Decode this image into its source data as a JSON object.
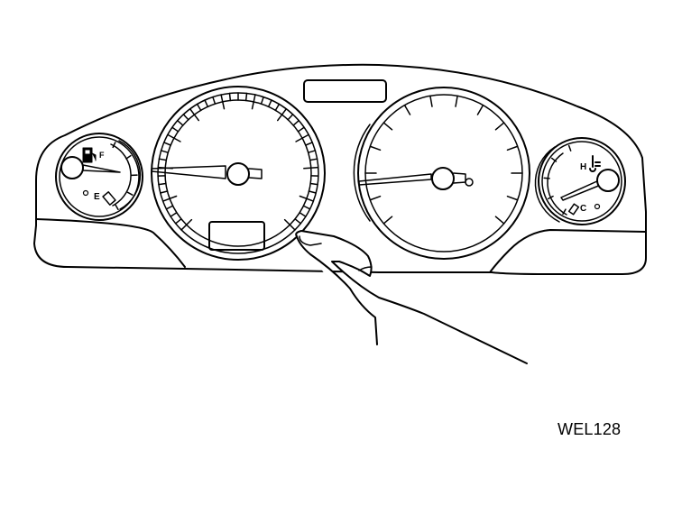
{
  "figure_id": "WEL128",
  "fuel_gauge": {
    "full_label": "F",
    "empty_label": "E",
    "icon": "fuel-pump-icon"
  },
  "temperature_gauge": {
    "hot_label": "H",
    "cold_label": "C",
    "icon": "coolant-thermometer-icon"
  },
  "colors": {
    "line": "#000000",
    "background": "#ffffff"
  }
}
